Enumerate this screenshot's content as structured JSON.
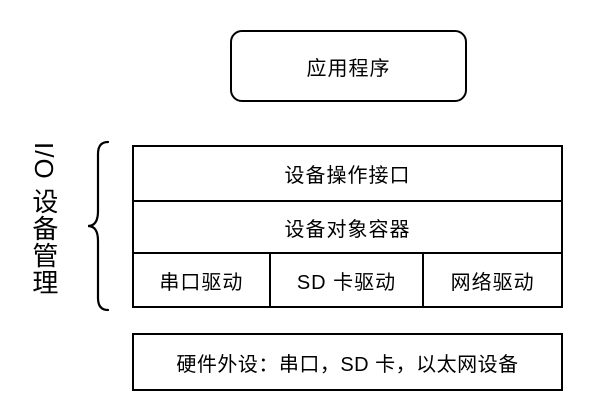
{
  "diagram": {
    "title_hint": "I/O device management architecture diagram",
    "app_box": {
      "label": "应用程序"
    },
    "side_label": {
      "text": "I/O 设备管理"
    },
    "stack": {
      "layers": [
        {
          "label": "设备操作接口"
        },
        {
          "label": "设备对象容器"
        }
      ],
      "drivers": [
        {
          "label": "串口驱动"
        },
        {
          "label": "SD 卡驱动"
        },
        {
          "label": "网络驱动"
        }
      ]
    },
    "hardware_box": {
      "label": "硬件外设：串口，SD 卡，以太网设备"
    },
    "colors": {
      "line": "#000000",
      "background": "#ffffff",
      "text": "#000000"
    }
  }
}
